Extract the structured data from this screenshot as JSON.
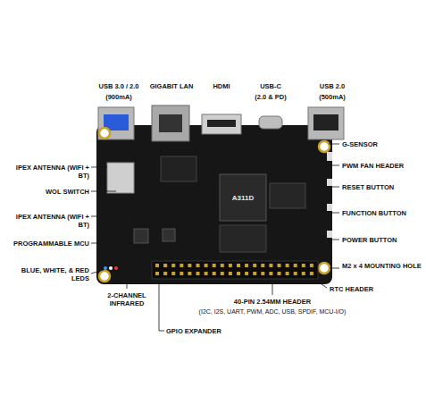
{
  "diagram": {
    "labels": [
      "USB 3.0 / 2.0",
      "(900mA)",
      "GIGABIT LAN",
      "HDMI",
      "USB-C",
      "(2.0 & PD)",
      "USB 2.0",
      "(500mA)",
      "G-SENSOR",
      "PWM FAN HEADER",
      "RESET BUTTON",
      "FUNCTION BUTTON",
      "POWER BUTTON",
      "M2 x 4 MOUNTING HOLE",
      "RTC HEADER",
      "IPEX ANTENNA (WIFI + BT)",
      "WOL SWITCH",
      "IPEX ANTENNA (WIFI + BT)",
      "PROGRAMMABLE MCU",
      "BLUE, WHITE, & RED LEDS",
      "2-CHANNEL INFRARED",
      "40-PIN 2.54MM HEADER",
      "(I2C, I2S, UART, PWM, ADC, USB, SPDIF, MCU-I/O)",
      "GPIO EXPANDER",
      "A311D"
    ]
  }
}
